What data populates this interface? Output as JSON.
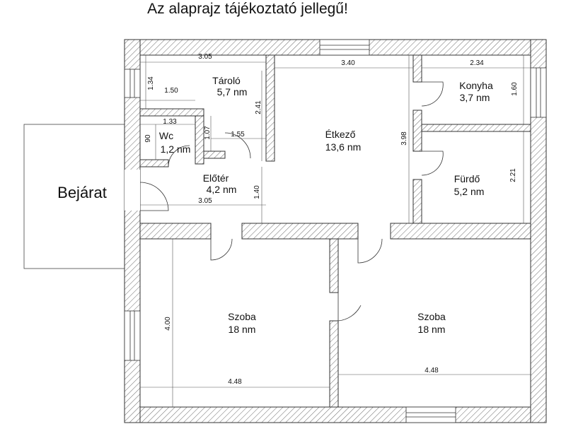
{
  "title": "Az alaprajz tájékoztató jellegű!",
  "entrance_label": "Bejárat",
  "rooms": {
    "taroló": {
      "name": "Tároló",
      "area": "5,7 nm"
    },
    "wc": {
      "name": "Wc",
      "area": "1,2 nm"
    },
    "eloter": {
      "name": "Előtér",
      "area": "4,2 nm"
    },
    "etkezo": {
      "name": "Étkező",
      "area": "13,6 nm"
    },
    "konyha": {
      "name": "Konyha",
      "area": "3,7 nm"
    },
    "furdo": {
      "name": "Fürdő",
      "area": "5,2 nm"
    },
    "szoba_left": {
      "name": "Szoba",
      "area": "18 nm"
    },
    "szoba_right": {
      "name": "Szoba",
      "area": "18 nm"
    }
  },
  "dimensions": {
    "taroló_width": "3.05",
    "taroló_height": "1.34",
    "taroló_inner": "1.50",
    "taroló_right": "2.41",
    "wc_width": "1.33",
    "wc_height": "90",
    "passage_height": "1.07",
    "passage_width": "1.55",
    "eloter_width": "3.05",
    "eloter_height": "1.40",
    "etkezo_width": "3.40",
    "etkezo_height": "3.98",
    "konyha_width": "2.34",
    "konyha_height": "1.60",
    "furdo_height": "2.21",
    "szoba_left_width": "4.48",
    "szoba_left_height": "4.00",
    "szoba_right_width": "4.48"
  }
}
